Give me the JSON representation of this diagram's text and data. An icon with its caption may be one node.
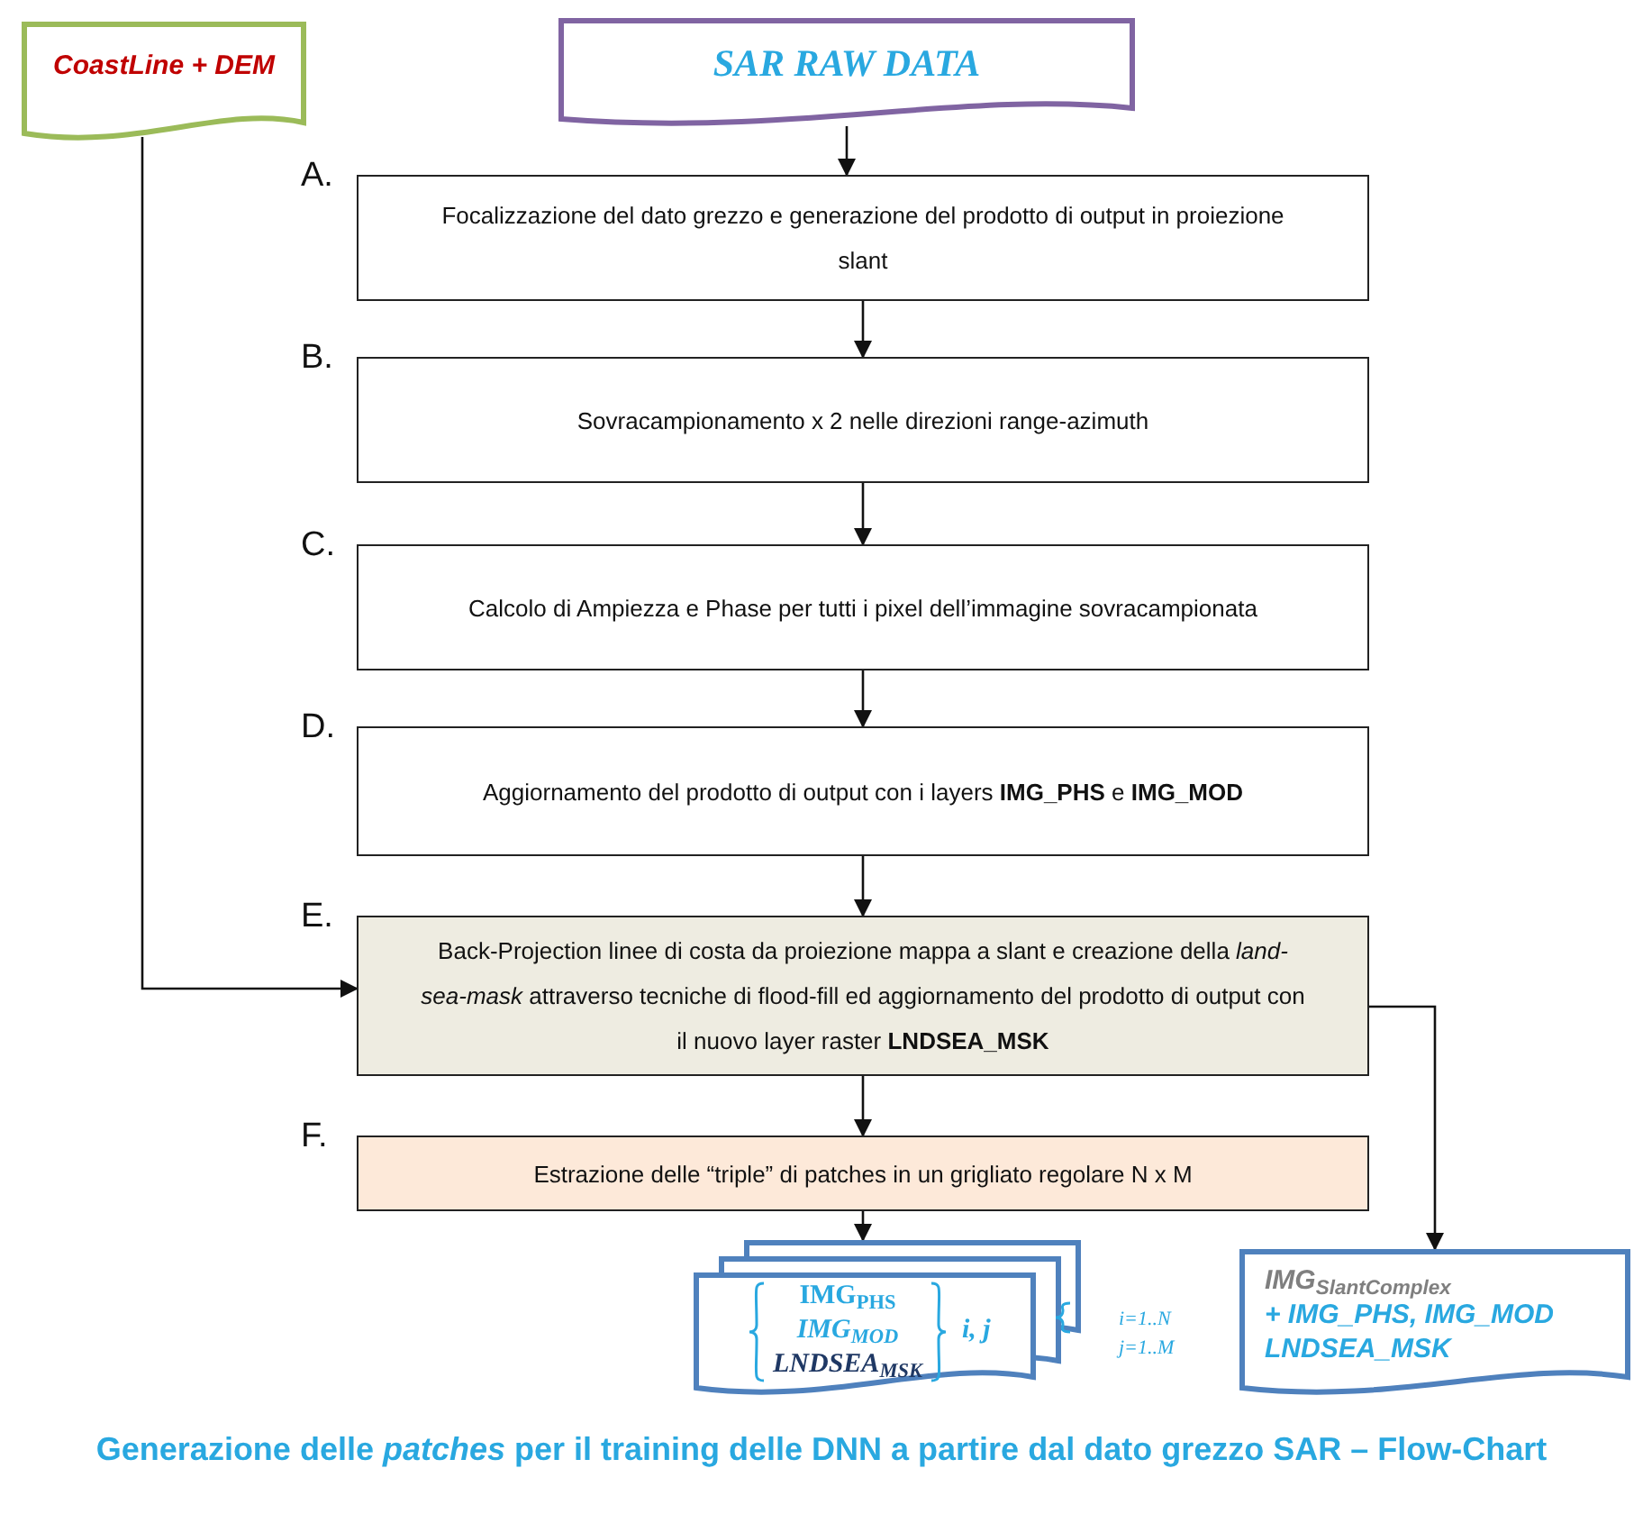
{
  "diagram": {
    "caption": "Generazione delle *patches* per il training delle DNN a partire dal dato grezzo SAR – Flow-Chart",
    "nodes": [
      {
        "text": [
          "CoastLine + DEM"
        ]
      },
      {
        "text": [
          "SAR RAW DATA"
        ]
      },
      {
        "text": [
          "Focalizzazione del dato grezzo e generazione del prodotto di output in proiezione slant"
        ],
        "beside": [
          "A."
        ]
      },
      {
        "text": [
          "Sovracampionamento x 2 nelle direzioni range-azimuth"
        ],
        "beside": [
          "B."
        ]
      },
      {
        "text": [
          "Calcolo di Ampiezza e Phase per tutti i pixel dell’immagine sovracampionata"
        ],
        "beside": [
          "C."
        ]
      },
      {
        "text": [
          "Aggiornamento del prodotto di output con i layers **IMG_PHS** e **IMG_MOD**"
        ],
        "beside": [
          "D."
        ]
      },
      {
        "text": [
          "Back-Projection linee di costa da proiezione mappa a slant e creazione della *land-sea-mask* attraverso tecniche di flood-fill ed aggiornamento del prodotto di output con il nuovo layer raster **LNDSEA_MSK**"
        ],
        "beside": [
          "E."
        ]
      },
      {
        "text": [
          "Estrazione delle “triple” di patches in un grigliato regolare N x M"
        ],
        "beside": [
          "F."
        ]
      },
      {
        "text": [
          "IMG$_{PHS}$",
          "IMG$_{MOD}$",
          "LNDSEA$_{MSK}$",
          "i, j"
        ],
        "beside": [
          "i=1..N",
          "j=1..M"
        ]
      },
      {
        "text": [
          "IMG$_{SlantComplex}$",
          "+ IMG_PHS, IMG_MOD",
          "LNDSEA_MSK"
        ]
      }
    ],
    "edges": [
      {
        "from": 1,
        "to": 2,
        "arrow": "to"
      },
      {
        "from": 2,
        "to": 3,
        "arrow": "to"
      },
      {
        "from": 3,
        "to": 4,
        "arrow": "to"
      },
      {
        "from": 4,
        "to": 5,
        "arrow": "to"
      },
      {
        "from": 5,
        "to": 6,
        "arrow": "to"
      },
      {
        "from": 6,
        "to": 7,
        "arrow": "to"
      },
      {
        "from": 7,
        "to": 8,
        "arrow": "to"
      },
      {
        "from": 0,
        "to": 6,
        "arrow": "to"
      },
      {
        "from": 6,
        "to": 9,
        "arrow": "to"
      }
    ]
  }
}
